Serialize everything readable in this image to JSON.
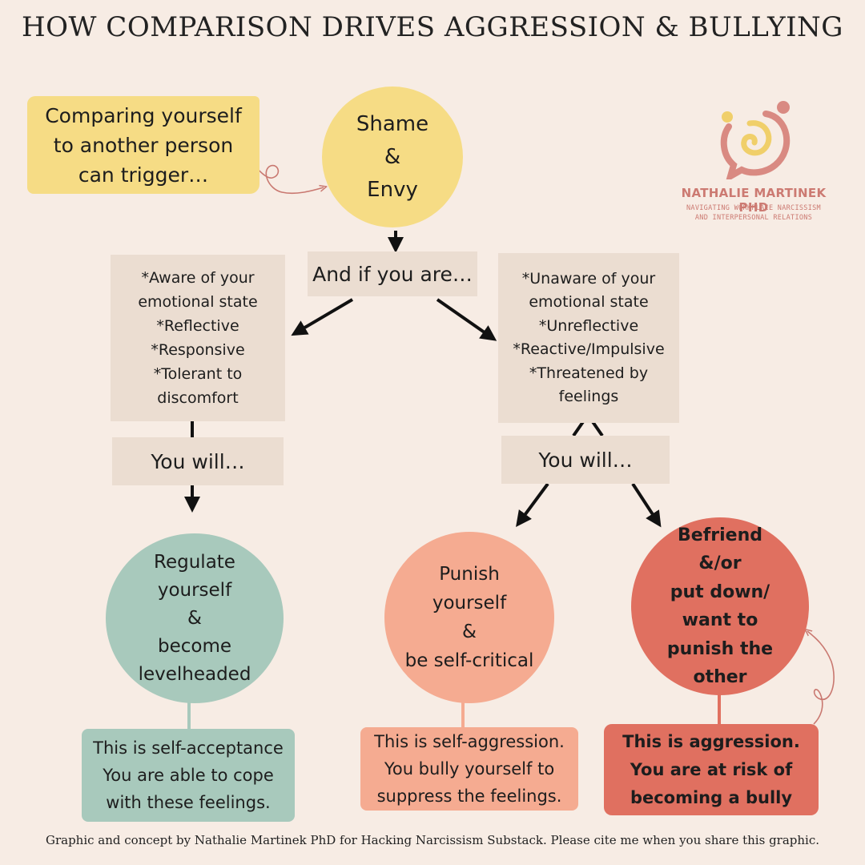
{
  "title": "HOW COMPARISON DRIVES AGGRESSION & BULLYING",
  "trigger": {
    "lines": [
      "Comparing yourself",
      "to another person",
      "can trigger…"
    ]
  },
  "emotions": {
    "lines": [
      "Shame",
      "&",
      "Envy"
    ]
  },
  "condition": {
    "label": "And if you are…"
  },
  "aware_branch": {
    "traits": [
      "*Aware of your",
      "emotional state",
      "*Reflective",
      "*Responsive",
      "*Tolerant to",
      "discomfort"
    ],
    "you_will": "You will…",
    "outcome": [
      "Regulate",
      "yourself",
      "&",
      "become",
      "levelheaded"
    ],
    "summary": [
      "This is self-acceptance",
      "You are able to cope",
      "with these feelings."
    ]
  },
  "unaware_branch": {
    "traits": [
      "*Unaware of your",
      "emotional state",
      "*Unreflective",
      "*Reactive/Impulsive",
      "*Threatened by",
      "feelings"
    ],
    "you_will": "You will…",
    "outcome_self": [
      "Punish",
      "yourself",
      "&",
      "be self-critical"
    ],
    "summary_self": [
      "This is self-aggression.",
      "You bully yourself to",
      "suppress the feelings."
    ],
    "outcome_other": [
      "Befriend",
      "&/or",
      "put down/",
      "want to",
      "punish the",
      "other"
    ],
    "summary_other": [
      "This is aggression.",
      "You are at risk of",
      "becoming a bully"
    ]
  },
  "brand": {
    "name": "NATHALIE MARTINEK PHD",
    "tagline": [
      "NAVIGATING WORKPLACE NARCISSISM",
      "AND INTERPERSONAL RELATIONS"
    ]
  },
  "footer": "Graphic and concept by Nathalie Martinek PhD for Hacking Narcissism Substack. Please cite me when you share this graphic.",
  "colors": {
    "background": "#f7ece4",
    "yellow": "#f6dc85",
    "beige": "#ebddd1",
    "teal": "#a8c9bc",
    "salmon": "#f5ab91",
    "coral": "#e07060",
    "brand": "#cc7a72"
  }
}
